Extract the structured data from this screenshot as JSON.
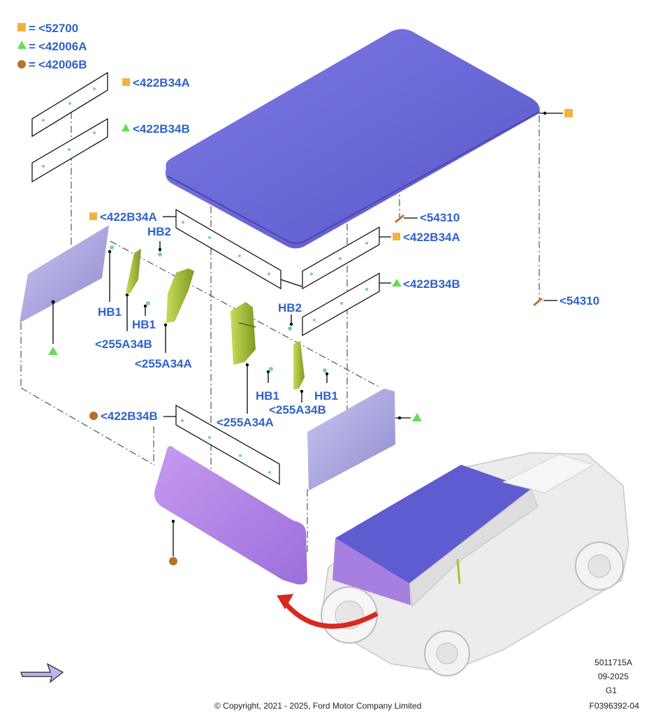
{
  "colors": {
    "callout": "#2f63c9",
    "square_marker": "#f5b13d",
    "triangle_marker": "#66dd55",
    "circle_marker": "#b8702d",
    "roof_panel": "#6b68d6",
    "rear_panel": "#b483e6",
    "side_window": "#b1aee3",
    "trim": "#a7c439",
    "arrow": "#d9281e"
  },
  "legend": [
    {
      "marker": "square",
      "eq": "=",
      "label": "<52700"
    },
    {
      "marker": "triangle",
      "eq": "=",
      "label": "<42006A"
    },
    {
      "marker": "circle",
      "eq": "=",
      "label": "<42006B"
    }
  ],
  "callouts": {
    "top_strip_a": "<422B34A",
    "top_strip_b": "<422B34B",
    "mid_strip_a": "<422B34A",
    "hb2_left": "HB2",
    "hb1_left_a": "HB1",
    "hb1_left_b": "HB1",
    "trim_left_b": "<255A34B",
    "trim_left_a": "<255A34A",
    "hb2_right": "HB2",
    "hb1_right_a": "HB1",
    "hb1_right_b": "HB1",
    "trim_right_a": "<255A34A",
    "trim_right_b": "<255A34B",
    "rear_strip_b": "<422B34B",
    "roof_clip_1": "<54310",
    "right_strip_a": "<422B34A",
    "right_strip_b": "<422B34B",
    "roof_clip_2": "<54310"
  },
  "meta": {
    "doc_number": "5011715A",
    "date": "09-2025",
    "revision": "G1",
    "figure_id": "F0396392-04",
    "copyright": "© Copyright, 2021 - 2025, Ford Motor Company Limited"
  },
  "icons": {
    "direction_arrow": "front-direction-arrow-icon",
    "install_arrow": "curved-red-arrow-icon"
  }
}
